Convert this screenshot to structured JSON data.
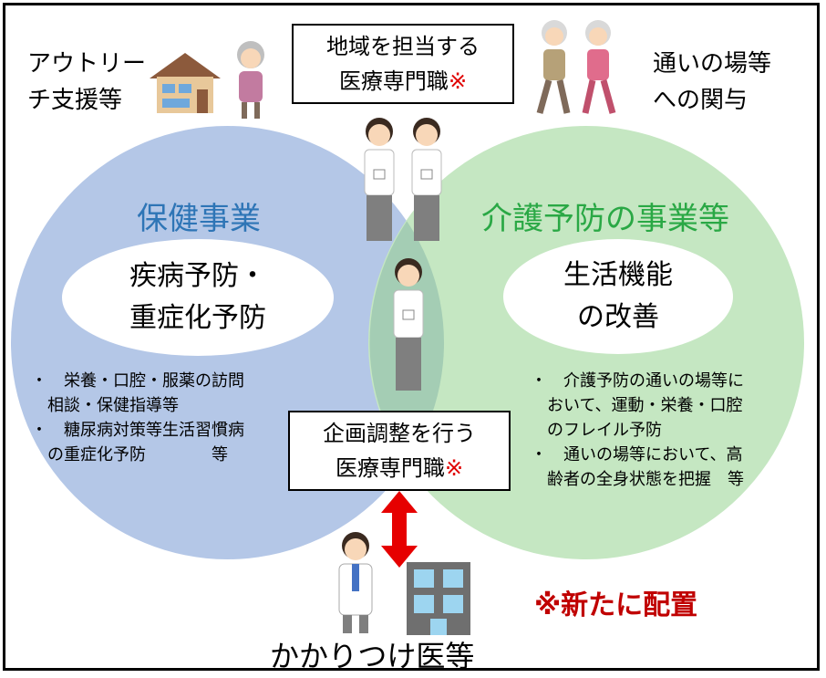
{
  "top_left_label": [
    "アウトリー",
    "チ支援等"
  ],
  "top_right_label": [
    "通いの場等",
    "への関与"
  ],
  "top_box": {
    "line1": "地域を担当する",
    "line2": "医療専門職",
    "mark": "※"
  },
  "left_circle": {
    "title": "保健事業",
    "ellipse": [
      "疾病予防・",
      "重症化予防"
    ],
    "bullets": [
      "・　栄養・口腔・服薬の訪問",
      "　相談・保健指導等",
      "・　糖尿病対策等生活習慣病",
      "　の重症化予防　　　　等"
    ]
  },
  "right_circle": {
    "title": "介護予防の事業等",
    "ellipse": [
      "生活機能",
      "の改善"
    ],
    "bullets": [
      "・　介護予防の通いの場等に",
      "　おいて、運動・栄養・口腔",
      "　のフレイル予防",
      "・　通いの場等において、高",
      "　齢者の全身状態を把握　等"
    ]
  },
  "center_box": {
    "line1": "企画調整を行う",
    "line2": "医療専門職",
    "mark": "※"
  },
  "bottom_label": "かかりつけ医等",
  "new_note": "※新たに配置",
  "colors": {
    "blue_circle": "#b4c7e7",
    "green_circle": "#c5e7c2",
    "blue_text": "#2e75b6",
    "green_text": "#2aa845",
    "red": "#e00000",
    "new_note": "#c00000"
  }
}
